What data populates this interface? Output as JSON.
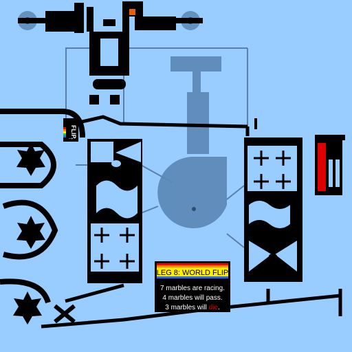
{
  "game": {
    "flip_sign": "FLIP",
    "flip_arrow": "→",
    "hud": {
      "title": "LEG 8: WORLD FLIP",
      "line1": "7 marbles are racing.",
      "line2": "4 marbles will pass.",
      "line3_prefix": "3 marbles will ",
      "line3_highlight": "die",
      "line3_suffix": ".",
      "rainbow": [
        "#ff0000",
        "#ff8800",
        "#ffee00",
        "#22cc22",
        "#2266ff",
        "#aa22ff"
      ]
    },
    "colors": {
      "sky": "#99ccff",
      "track": "#000000",
      "machine": "#5a87b5",
      "danger": "#dd0000",
      "hud_bg": "#000000",
      "hud_text": "#ffffff"
    }
  }
}
